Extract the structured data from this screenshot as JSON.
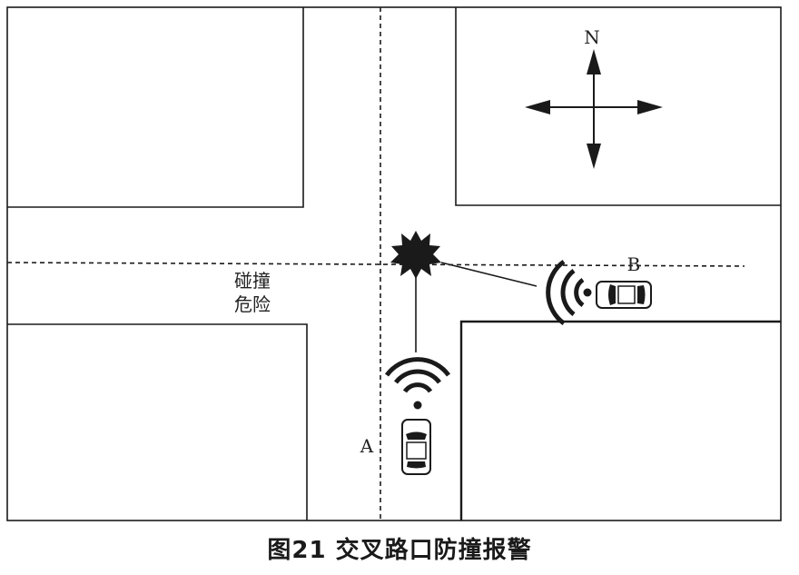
{
  "labels": {
    "north": "N",
    "vehicle_a": "A",
    "vehicle_b": "B",
    "warning_line1": "碰撞",
    "warning_line2": "危险"
  },
  "caption": "图21 交叉路口防撞报警",
  "colors": {
    "ink": "#1a1a1a",
    "paper": "#ffffff"
  },
  "icons": {
    "collision": "collision-burst-icon",
    "signal": "wifi-signal-icon",
    "car": "car-top-view-icon",
    "compass": "compass-cross-icon"
  }
}
